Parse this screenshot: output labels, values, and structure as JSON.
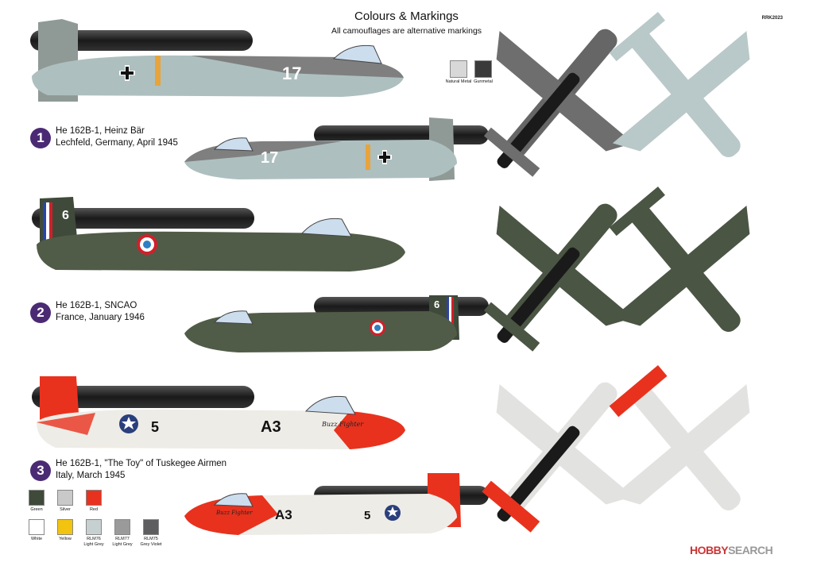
{
  "header": {
    "title": "Colours & Markings",
    "subtitle": "All camouflages are alternative markings",
    "code": "RRK2023"
  },
  "metal_swatches": [
    {
      "label": "Natural Metal",
      "color": "#d8d8d8"
    },
    {
      "label": "Gunmetal",
      "color": "#3a3a3a"
    }
  ],
  "schemes": [
    {
      "number": "1",
      "line1": "He 162B-1, Heinz Bär",
      "line2": "Lechfeld, Germany, April 1945"
    },
    {
      "number": "2",
      "line1": "He 162B-1, SNCAO",
      "line2": "France, January 1946"
    },
    {
      "number": "3",
      "line1": "He 162B-1, \"The Toy\" of Tuskegee Airmen",
      "line2": "Italy, March 1945"
    }
  ],
  "markings": {
    "tail_number_1": "17",
    "tail_number_2": "6",
    "code_3": "A3",
    "number_3": "5",
    "nose_art_3": "Buzz Fighter"
  },
  "legend_swatches": [
    {
      "label": "Green",
      "sub": "",
      "color": "#3f4a3a"
    },
    {
      "label": "Silver",
      "sub": "",
      "color": "#c9c9c9"
    },
    {
      "label": "Red",
      "sub": "",
      "color": "#e8321e"
    },
    {
      "label": "White",
      "sub": "",
      "color": "#ffffff"
    },
    {
      "label": "Yellow",
      "sub": "",
      "color": "#f2c40f"
    },
    {
      "label": "RLM76",
      "sub": "Light Grey",
      "color": "#c7d0d1"
    },
    {
      "label": "RLM77",
      "sub": "Light Grey",
      "color": "#9a9a9a"
    },
    {
      "label": "RLM75",
      "sub": "Grey Violet",
      "color": "#5e5e60"
    }
  ],
  "watermark": {
    "brand": "HOBBY",
    "suffix": "SEARCH"
  }
}
